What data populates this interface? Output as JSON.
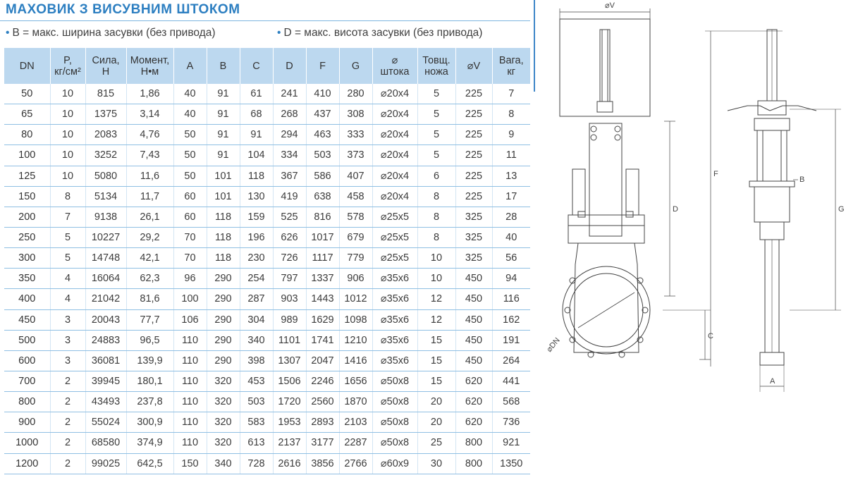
{
  "title": "МАХОВИК З ВИСУВНИМ ШТОКОМ",
  "notes": {
    "bullet": "•",
    "b": "B = макс. ширина засувки (без привода)",
    "d": "D = макс. висота засувки (без привода)"
  },
  "columns": [
    [
      "DN"
    ],
    [
      "P,",
      "кг/см²"
    ],
    [
      "Сила,",
      "Н"
    ],
    [
      "Момент,",
      "Н•м"
    ],
    [
      "A"
    ],
    [
      "B"
    ],
    [
      "C"
    ],
    [
      "D"
    ],
    [
      "F"
    ],
    [
      "G"
    ],
    [
      "⌀",
      "штока"
    ],
    [
      "Товщ.",
      "ножа"
    ],
    [
      "⌀V"
    ],
    [
      "Вага,",
      "кг"
    ]
  ],
  "rows": [
    [
      "50",
      "10",
      "815",
      "1,86",
      "40",
      "91",
      "61",
      "241",
      "410",
      "280",
      "⌀20x4",
      "5",
      "225",
      "7"
    ],
    [
      "65",
      "10",
      "1375",
      "3,14",
      "40",
      "91",
      "68",
      "268",
      "437",
      "308",
      "⌀20x4",
      "5",
      "225",
      "8"
    ],
    [
      "80",
      "10",
      "2083",
      "4,76",
      "50",
      "91",
      "91",
      "294",
      "463",
      "333",
      "⌀20x4",
      "5",
      "225",
      "9"
    ],
    [
      "100",
      "10",
      "3252",
      "7,43",
      "50",
      "91",
      "104",
      "334",
      "503",
      "373",
      "⌀20x4",
      "5",
      "225",
      "11"
    ],
    [
      "125",
      "10",
      "5080",
      "11,6",
      "50",
      "101",
      "118",
      "367",
      "586",
      "407",
      "⌀20x4",
      "6",
      "225",
      "13"
    ],
    [
      "150",
      "8",
      "5134",
      "11,7",
      "60",
      "101",
      "130",
      "419",
      "638",
      "458",
      "⌀20x4",
      "8",
      "225",
      "17"
    ],
    [
      "200",
      "7",
      "9138",
      "26,1",
      "60",
      "118",
      "159",
      "525",
      "816",
      "578",
      "⌀25x5",
      "8",
      "325",
      "28"
    ],
    [
      "250",
      "5",
      "10227",
      "29,2",
      "70",
      "118",
      "196",
      "626",
      "1017",
      "679",
      "⌀25x5",
      "8",
      "325",
      "40"
    ],
    [
      "300",
      "5",
      "14748",
      "42,1",
      "70",
      "118",
      "230",
      "726",
      "1117",
      "779",
      "⌀25x5",
      "10",
      "325",
      "56"
    ],
    [
      "350",
      "4",
      "16064",
      "62,3",
      "96",
      "290",
      "254",
      "797",
      "1337",
      "906",
      "⌀35x6",
      "10",
      "450",
      "94"
    ],
    [
      "400",
      "4",
      "21042",
      "81,6",
      "100",
      "290",
      "287",
      "903",
      "1443",
      "1012",
      "⌀35x6",
      "12",
      "450",
      "116"
    ],
    [
      "450",
      "3",
      "20043",
      "77,7",
      "106",
      "290",
      "304",
      "989",
      "1629",
      "1098",
      "⌀35x6",
      "12",
      "450",
      "162"
    ],
    [
      "500",
      "3",
      "24883",
      "96,5",
      "110",
      "290",
      "340",
      "1101",
      "1741",
      "1210",
      "⌀35x6",
      "15",
      "450",
      "191"
    ],
    [
      "600",
      "3",
      "36081",
      "139,9",
      "110",
      "290",
      "398",
      "1307",
      "2047",
      "1416",
      "⌀35x6",
      "15",
      "450",
      "264"
    ],
    [
      "700",
      "2",
      "39945",
      "180,1",
      "110",
      "320",
      "453",
      "1506",
      "2246",
      "1656",
      "⌀50x8",
      "15",
      "620",
      "441"
    ],
    [
      "800",
      "2",
      "43493",
      "237,8",
      "110",
      "320",
      "503",
      "1720",
      "2560",
      "1870",
      "⌀50x8",
      "20",
      "620",
      "568"
    ],
    [
      "900",
      "2",
      "55024",
      "300,9",
      "110",
      "320",
      "583",
      "1953",
      "2893",
      "2103",
      "⌀50x8",
      "20",
      "620",
      "736"
    ],
    [
      "1000",
      "2",
      "68580",
      "374,9",
      "110",
      "320",
      "613",
      "2137",
      "3177",
      "2287",
      "⌀50x8",
      "25",
      "800",
      "921"
    ],
    [
      "1200",
      "2",
      "99025",
      "642,5",
      "150",
      "340",
      "728",
      "2616",
      "3856",
      "2766",
      "⌀60x9",
      "30",
      "800",
      "1350"
    ]
  ],
  "drawing": {
    "labels": {
      "v": "⌀V",
      "d": "D",
      "c": "C",
      "dn": "⌀DN",
      "f": "F",
      "g": "G",
      "b": "B",
      "a": "A"
    }
  },
  "colors": {
    "title": "#2d7fc1",
    "header_bg": "#bcd8ef",
    "row_rule": "#8fbfe3"
  }
}
